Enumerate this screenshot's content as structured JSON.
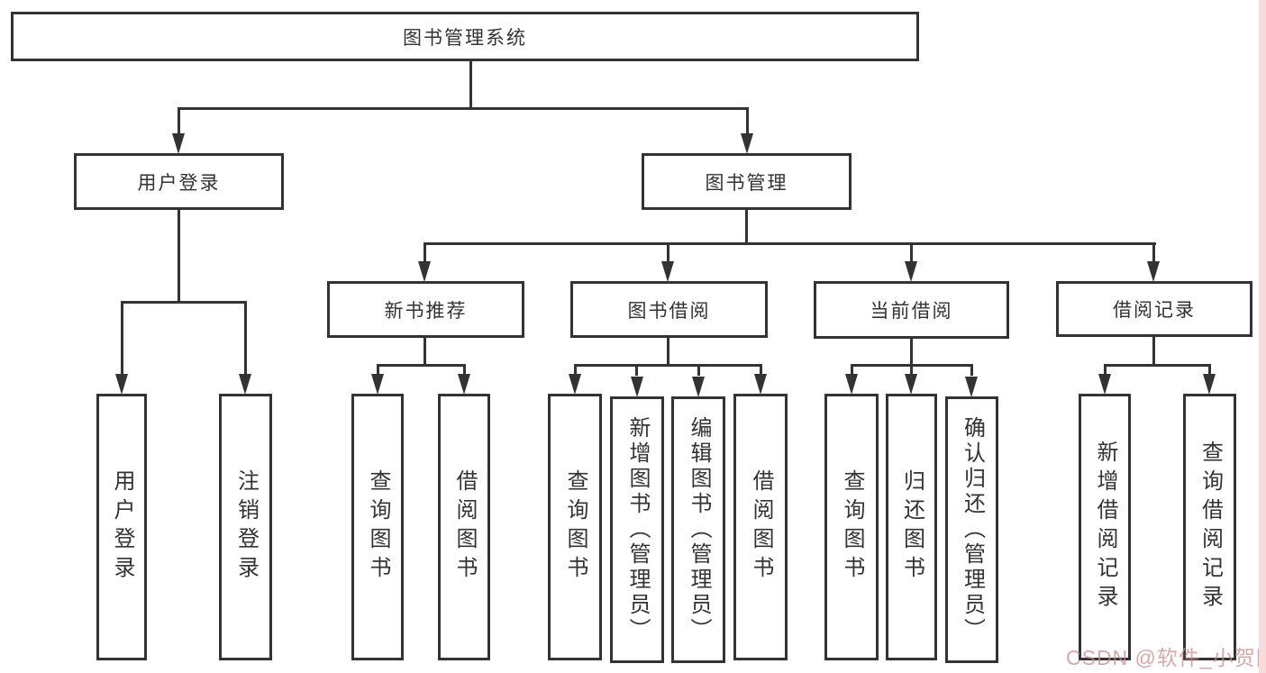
{
  "diagram": {
    "root": "图书管理系统",
    "level2": {
      "user_login": "用户登录",
      "book_management": "图书管理"
    },
    "level3": {
      "new_book_recommend": "新书推荐",
      "book_borrow": "图书借阅",
      "current_borrow": "当前借阅",
      "borrow_records": "借阅记录"
    },
    "leaves": {
      "login": [
        "用户登录",
        "注销登录"
      ],
      "recommend": [
        "查询图书",
        "借阅图书"
      ],
      "borrow": [
        "查询图书",
        "新增图书（管理员）",
        "编辑图书（管理员）",
        "借阅图书"
      ],
      "current": [
        "查询图书",
        "归还图书",
        "确认归还（管理员）"
      ],
      "records": [
        "新增借阅记录",
        "查询借阅记录"
      ]
    }
  },
  "watermark": "CSDN @软件_小贺同学",
  "colors": {
    "line": "#333333",
    "box_border": "#333333",
    "text": "#333333",
    "background": "#ffffff",
    "watermark": "#c68c8c",
    "right_strip": "#f7dcdc"
  }
}
